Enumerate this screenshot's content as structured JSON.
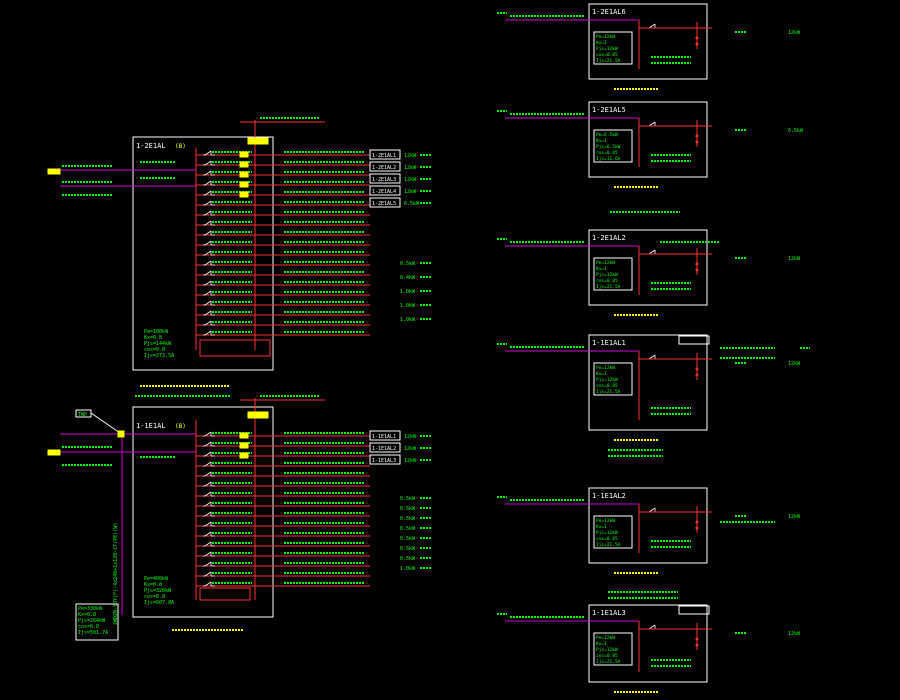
{
  "colors": {
    "background": "#000000",
    "frame": "#ffffff",
    "busbar": "#ff3030",
    "feeder_label": "#00ff00",
    "incoming_line": "#d000d0",
    "cable": "#00ffff",
    "meter": "#ffff00",
    "accent_magenta": "#ff00ff"
  },
  "panels_left": {
    "panel_a": {
      "title": "1-2E1AL",
      "tag": "(B)",
      "summary": [
        "Pe=180kW",
        "Kx=0.8",
        "Pjs=144kW",
        "cos=0.8",
        "Ijs=273.5A"
      ],
      "loads": [
        {
          "id": "1-2E1AL1",
          "power": "12kW"
        },
        {
          "id": "1-2E1AL2",
          "power": "12kW"
        },
        {
          "id": "1-2E1AL3",
          "power": "12kW"
        },
        {
          "id": "1-2E1AL4",
          "power": "12kW"
        },
        {
          "id": "1-2E1AL5",
          "power": "6.5kW"
        }
      ],
      "right_powers": [
        "0.5kW",
        "0.4kW",
        "1.0kW",
        "1.0kW",
        "1.0kW"
      ]
    },
    "panel_b": {
      "title": "1-1E1AL",
      "tag": "(B)",
      "summary": [
        "Pe=400kW",
        "Kx=0.8",
        "Pjs=320kW",
        "cos=0.8",
        "Ijs=607.8A"
      ],
      "loads": [
        {
          "id": "1-1E1AL1",
          "power": "12kW"
        },
        {
          "id": "1-1E1AL2",
          "power": "12kW"
        },
        {
          "id": "1-1E1AL3",
          "power": "12kW"
        }
      ],
      "right_powers": [
        "0.5kW",
        "0.5kW",
        "0.5kW",
        "0.5kW",
        "0.5kW",
        "0.5kW",
        "0.5kW",
        "1.0kW"
      ],
      "left_summary": [
        "Pe=330kW",
        "Kx=0.8",
        "Pjs=264kW",
        "cos=0.8",
        "Ijs=501.7A"
      ],
      "vertical_cable": "2WDZN-YJY(F)-4x240+1x120-CT(PE)(W)"
    }
  },
  "panels_right": [
    {
      "title": "1-2E1AL6",
      "params": [
        "Pe=12kW",
        "Kx=1",
        "Pjs=12kW",
        "cos=0.85",
        "Ijs=21.5A"
      ],
      "power": "12kW"
    },
    {
      "title": "1-2E1AL5",
      "params": [
        "Pe=6.5kW",
        "Kx=1",
        "Pjs=6.5kW",
        "cos=0.85",
        "Ijs=11.6A"
      ],
      "power": "6.5kW"
    },
    {
      "title": "1-2E1AL2",
      "params": [
        "Pe=12kW",
        "Kx=1",
        "Pjs=12kW",
        "cos=0.85",
        "Ijs=21.5A"
      ],
      "power": "12kW"
    },
    {
      "title": "1-1E1AL1",
      "params": [
        "Pe=12kW",
        "Kx=1",
        "Pjs=12kW",
        "cos=0.85",
        "Ijs=21.5A"
      ],
      "power": "12kW"
    },
    {
      "title": "1-1E1AL2",
      "params": [
        "Pe=12kW",
        "Kx=1",
        "Pjs=12kW",
        "cos=0.85",
        "Ijs=21.5A"
      ],
      "power": "12kW"
    },
    {
      "title": "1-1E1AL3",
      "params": [
        "Pe=12kW",
        "Kx=1",
        "Pjs=12kW",
        "cos=0.85",
        "Ijs=21.5A"
      ],
      "power": "12kW"
    }
  ],
  "tag_box": "TWP"
}
